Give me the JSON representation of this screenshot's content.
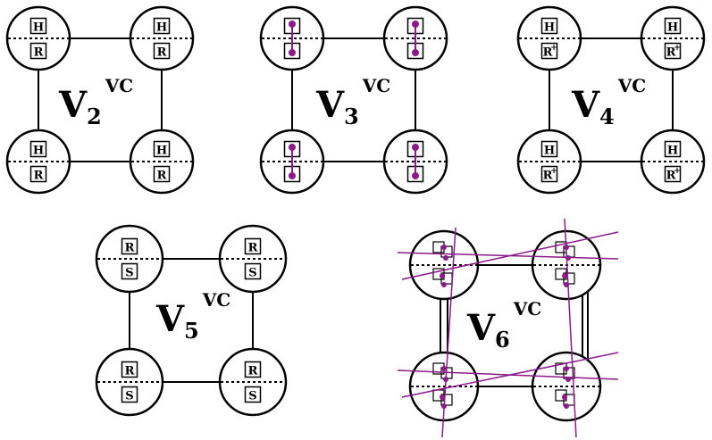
{
  "colors": {
    "stroke": "#000000",
    "accent": "#8b1a8b",
    "background": "#ffffff"
  },
  "panels": [
    {
      "id": "v2",
      "main": "V",
      "sub": "2",
      "sup": "VC",
      "style": "letters",
      "top": "H",
      "bottom": "R"
    },
    {
      "id": "v3",
      "main": "V",
      "sub": "3",
      "sup": "VC",
      "style": "linked"
    },
    {
      "id": "v4",
      "main": "V",
      "sub": "4",
      "sup": "VC",
      "style": "letters",
      "top": "H",
      "bottom": "R",
      "bottom_mark": "+"
    },
    {
      "id": "v5",
      "main": "V",
      "sub": "5",
      "sup": "VC",
      "style": "letters",
      "top": "R",
      "bottom": "S"
    },
    {
      "id": "v6",
      "main": "V",
      "sub": "6",
      "sup": "VC",
      "style": "crossed"
    }
  ]
}
